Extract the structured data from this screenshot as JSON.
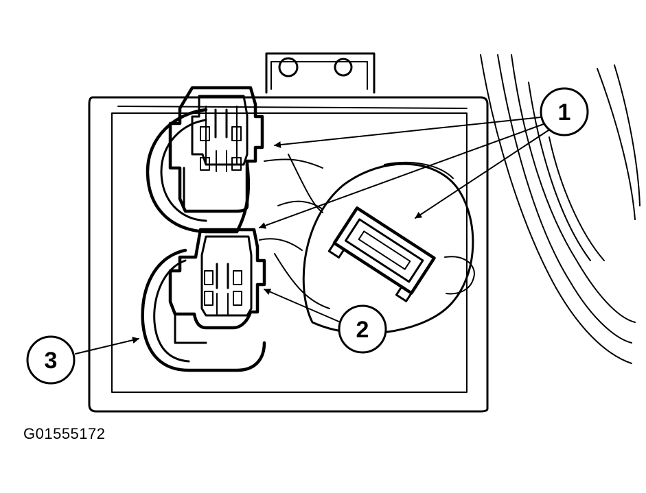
{
  "callouts": [
    {
      "id": "1",
      "label": "1"
    },
    {
      "id": "2",
      "label": "2"
    },
    {
      "id": "3",
      "label": "3"
    }
  ],
  "figure_id": "G01555172",
  "colors": {
    "ink": "#000000",
    "background": "#ffffff"
  }
}
